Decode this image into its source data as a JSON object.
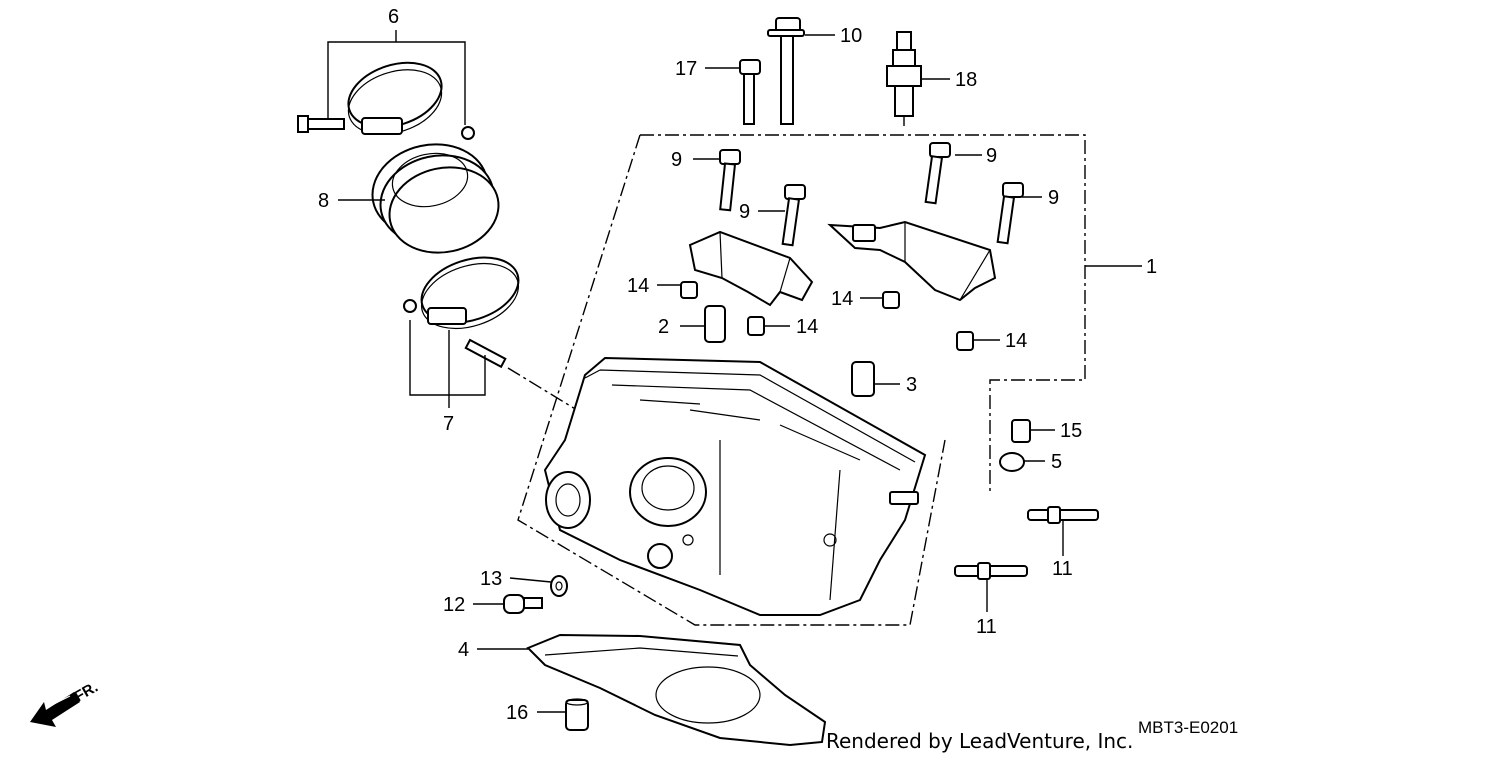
{
  "diagram": {
    "callouts": {
      "c1": "1",
      "c2": "2",
      "c3": "3",
      "c4": "4",
      "c5": "5",
      "c6": "6",
      "c7": "7",
      "c8": "8",
      "c9a": "9",
      "c9b": "9",
      "c9c": "9",
      "c9d": "9",
      "c10": "10",
      "c11a": "11",
      "c11b": "11",
      "c12": "12",
      "c13": "13",
      "c14a": "14",
      "c14b": "14",
      "c14c": "14",
      "c14d": "14",
      "c15": "15",
      "c16": "16",
      "c17": "17",
      "c18": "18"
    },
    "direction_label": "FR.",
    "credit": "Rendered by LeadVenture, Inc.",
    "diagram_code": "MBT3-E0201"
  }
}
